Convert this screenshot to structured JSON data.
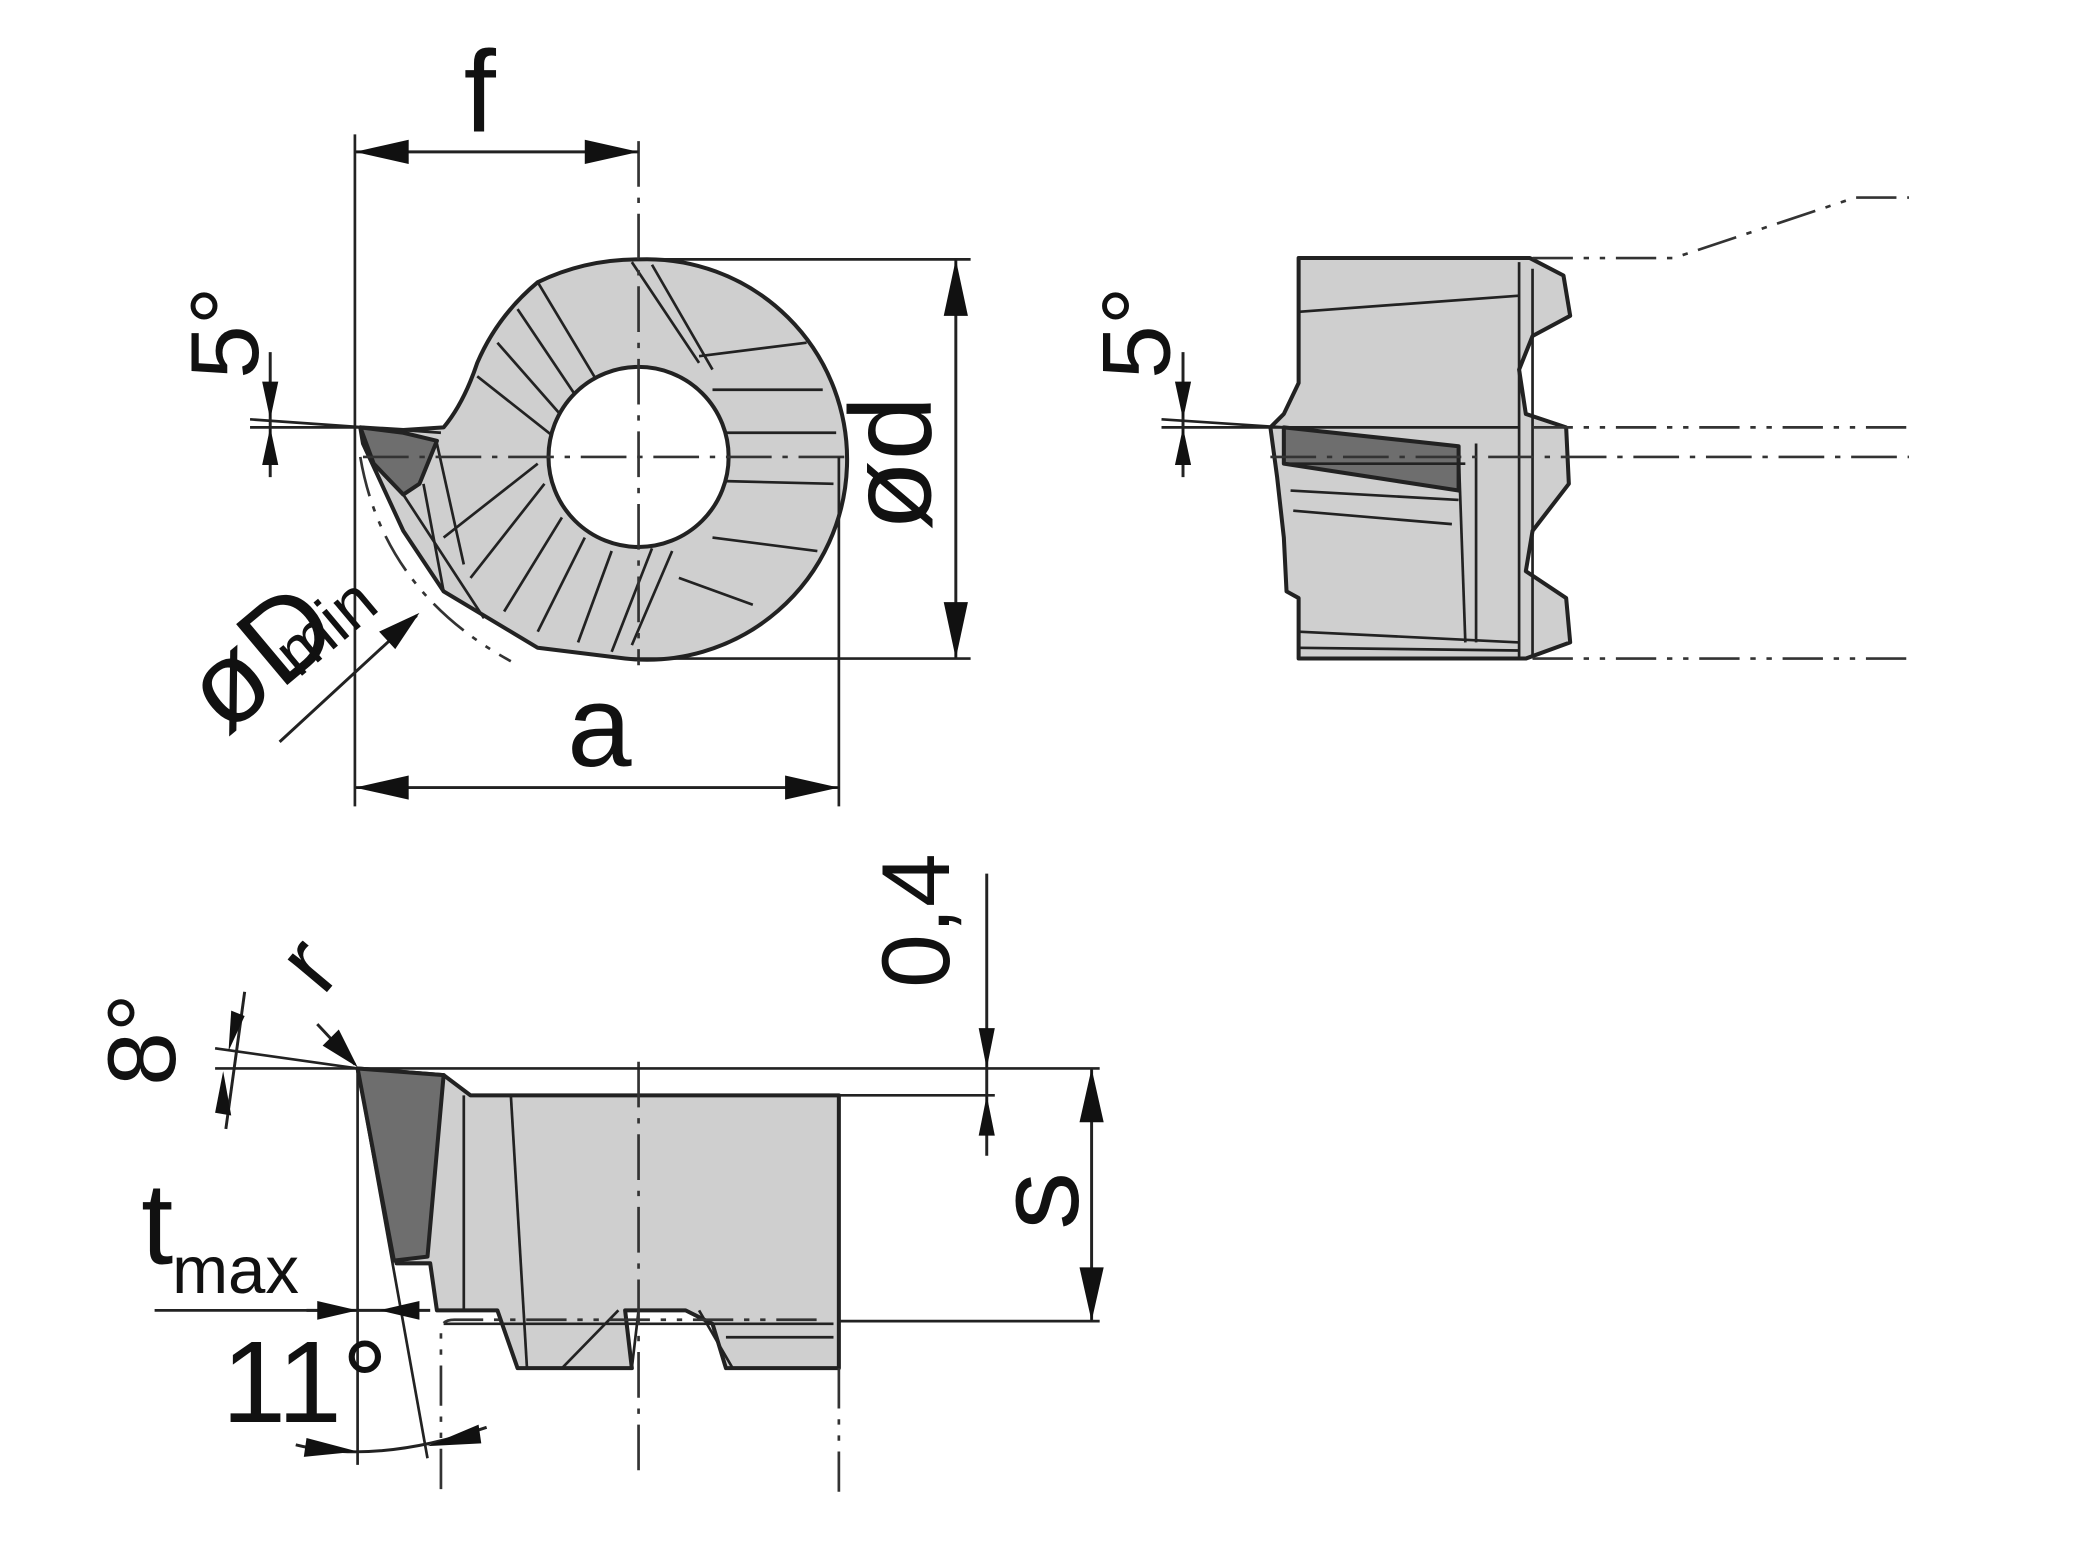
{
  "labels": {
    "f": "f",
    "angle_5_front": "5°",
    "angle_5_side": "5°",
    "d": "ød",
    "D_main": "øD",
    "D_sub": "min",
    "a": "a",
    "chamfer": "0,4",
    "r": "r",
    "angle_8": "8°",
    "s": "s",
    "t_main": "t",
    "t_sub": "max",
    "angle_11": "11°"
  },
  "colors": {
    "body": "#cfcfcf",
    "edge": "#6e6e6e",
    "line": "#222222"
  }
}
